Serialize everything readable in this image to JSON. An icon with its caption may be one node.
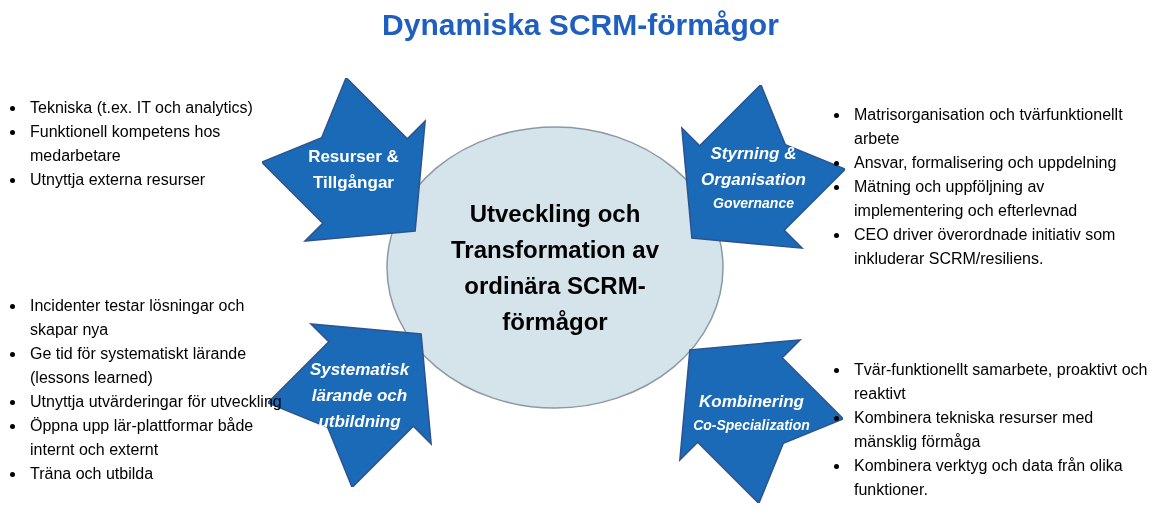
{
  "diagram": {
    "title": "Dynamiska SCRM-förmågor",
    "nodes": [
      {
        "text": [
          "Utveckling och Transformation av ordinära SCRM-förmågor"
        ]
      },
      {
        "text": [
          "Resurser & Tillgångar"
        ],
        "beside": [
          "Tekniska (t.ex. IT och analytics)",
          "Funktionell kompetens hos medarbetare",
          "Utnyttja externa resurser"
        ]
      },
      {
        "text": [
          "Styrning & Organisation",
          "Governance"
        ],
        "beside": [
          "Matrisorganisation och tvärfunktionellt arbete",
          "Ansvar, formalisering och uppdelning",
          "Mätning och uppföljning av implementering och efterlevnad",
          "CEO driver överordnade initiativ som inkluderar SCRM/resiliens."
        ]
      },
      {
        "text": [
          "Systematisk lärande och utbildning"
        ],
        "beside": [
          "Incidenter testar lösningar och skapar nya",
          "Ge tid för systematiskt lärande (lessons learned)",
          "Utnyttja utvärderingar för utveckling",
          "Öppna upp lär-plattformar både internt och externt",
          "Träna och utbilda"
        ]
      },
      {
        "text": [
          "Kombinering",
          "Co-Specialization"
        ],
        "beside": [
          "Tvär-funktionellt samarbete, proaktivt och reaktivt",
          "Kombinera tekniska resurser med mänsklig förmåga",
          "Kombinera verktyg och data från olika funktioner."
        ]
      }
    ]
  }
}
